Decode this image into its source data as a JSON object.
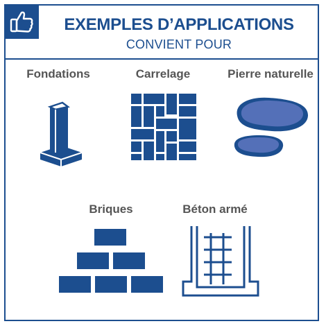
{
  "header": {
    "title": "EXEMPLES D’APPLICATIONS",
    "subtitle": "CONVIENT POUR",
    "icon": "thumbs-up-icon"
  },
  "applications": [
    {
      "label": "Fondations",
      "icon": "foundation-icon"
    },
    {
      "label": "Carrelage",
      "icon": "tiling-icon"
    },
    {
      "label": "Pierre naturelle",
      "icon": "natural-stone-icon"
    },
    {
      "label": "Briques",
      "icon": "bricks-icon"
    },
    {
      "label": "Béton armé",
      "icon": "reinforced-concrete-icon"
    }
  ],
  "colors": {
    "brand": "#1c4e8f",
    "stone": "#4d6ab0",
    "label": "#555555"
  }
}
